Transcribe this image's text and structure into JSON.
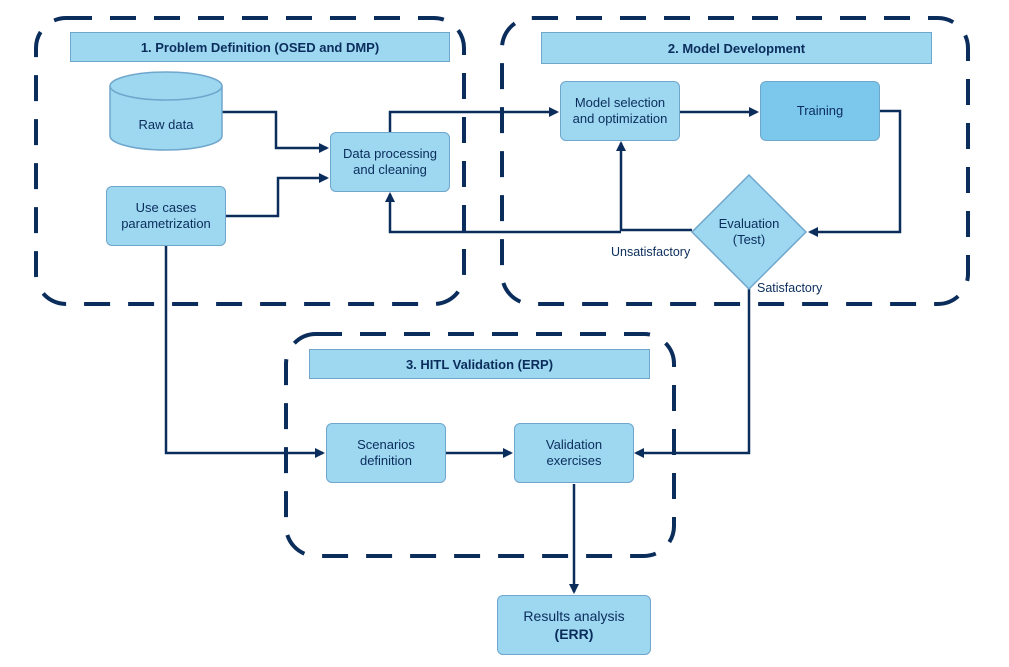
{
  "sections": {
    "problem_definition": "1. Problem Definition (OSED and DMP)",
    "model_development": "2. Model Development",
    "hitl_validation": "3. HITL Validation (ERP)"
  },
  "nodes": {
    "raw_data": "Raw data",
    "use_cases": [
      "Use cases",
      "parametrization"
    ],
    "data_processing": [
      "Data processing",
      "and cleaning"
    ],
    "model_selection": [
      "Model selection",
      "and optimization"
    ],
    "training": "Training",
    "evaluation": [
      "Evaluation",
      "(Test)"
    ],
    "scenarios": [
      "Scenarios",
      "definition"
    ],
    "validation": [
      "Validation",
      "exercises"
    ],
    "results": [
      "Results analysis",
      "(ERR)"
    ]
  },
  "edge_labels": {
    "unsatisfactory": "Unsatisfactory",
    "satisfactory": "Satisfactory"
  },
  "colors": {
    "line": "#0b2d5c",
    "box_fill": "#9dd7f0",
    "box_border": "#6fa6cc"
  }
}
